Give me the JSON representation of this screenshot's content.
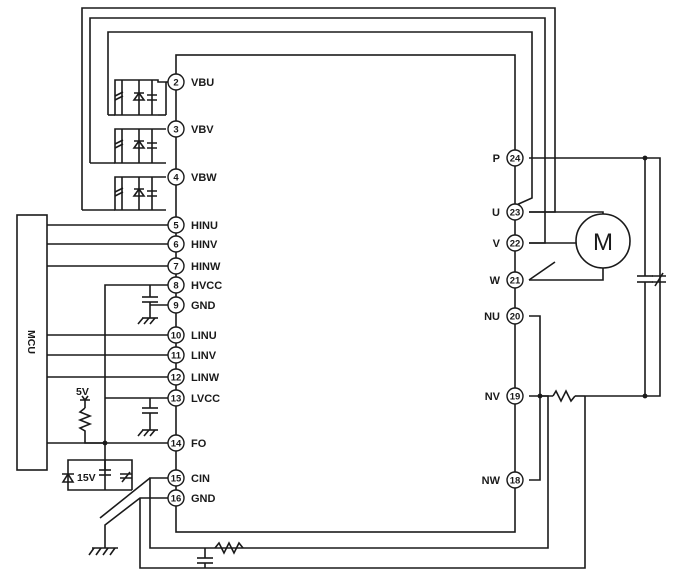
{
  "pins": [
    {
      "num": "2",
      "label": "VBU"
    },
    {
      "num": "3",
      "label": "VBV"
    },
    {
      "num": "4",
      "label": "VBW"
    },
    {
      "num": "5",
      "label": "HINU"
    },
    {
      "num": "6",
      "label": "HINV"
    },
    {
      "num": "7",
      "label": "HINW"
    },
    {
      "num": "8",
      "label": "HVCC"
    },
    {
      "num": "9",
      "label": "GND"
    },
    {
      "num": "10",
      "label": "LINU"
    },
    {
      "num": "11",
      "label": "LINV"
    },
    {
      "num": "12",
      "label": "LINW"
    },
    {
      "num": "13",
      "label": "LVCC"
    },
    {
      "num": "14",
      "label": "FO"
    },
    {
      "num": "15",
      "label": "CIN"
    },
    {
      "num": "16",
      "label": "GND"
    },
    {
      "num": "24",
      "label": "P"
    },
    {
      "num": "23",
      "label": "U"
    },
    {
      "num": "22",
      "label": "V"
    },
    {
      "num": "21",
      "label": "W"
    },
    {
      "num": "20",
      "label": "NU"
    },
    {
      "num": "19",
      "label": "NV"
    },
    {
      "num": "18",
      "label": "NW"
    }
  ],
  "mcu": {
    "label": "MCU"
  },
  "motor": {
    "label": "M"
  },
  "supply_5v": {
    "label": "5V"
  },
  "supply_15v": {
    "label": "15V"
  },
  "colors": {
    "line": "#1a1a1a",
    "background": "#ffffff"
  }
}
